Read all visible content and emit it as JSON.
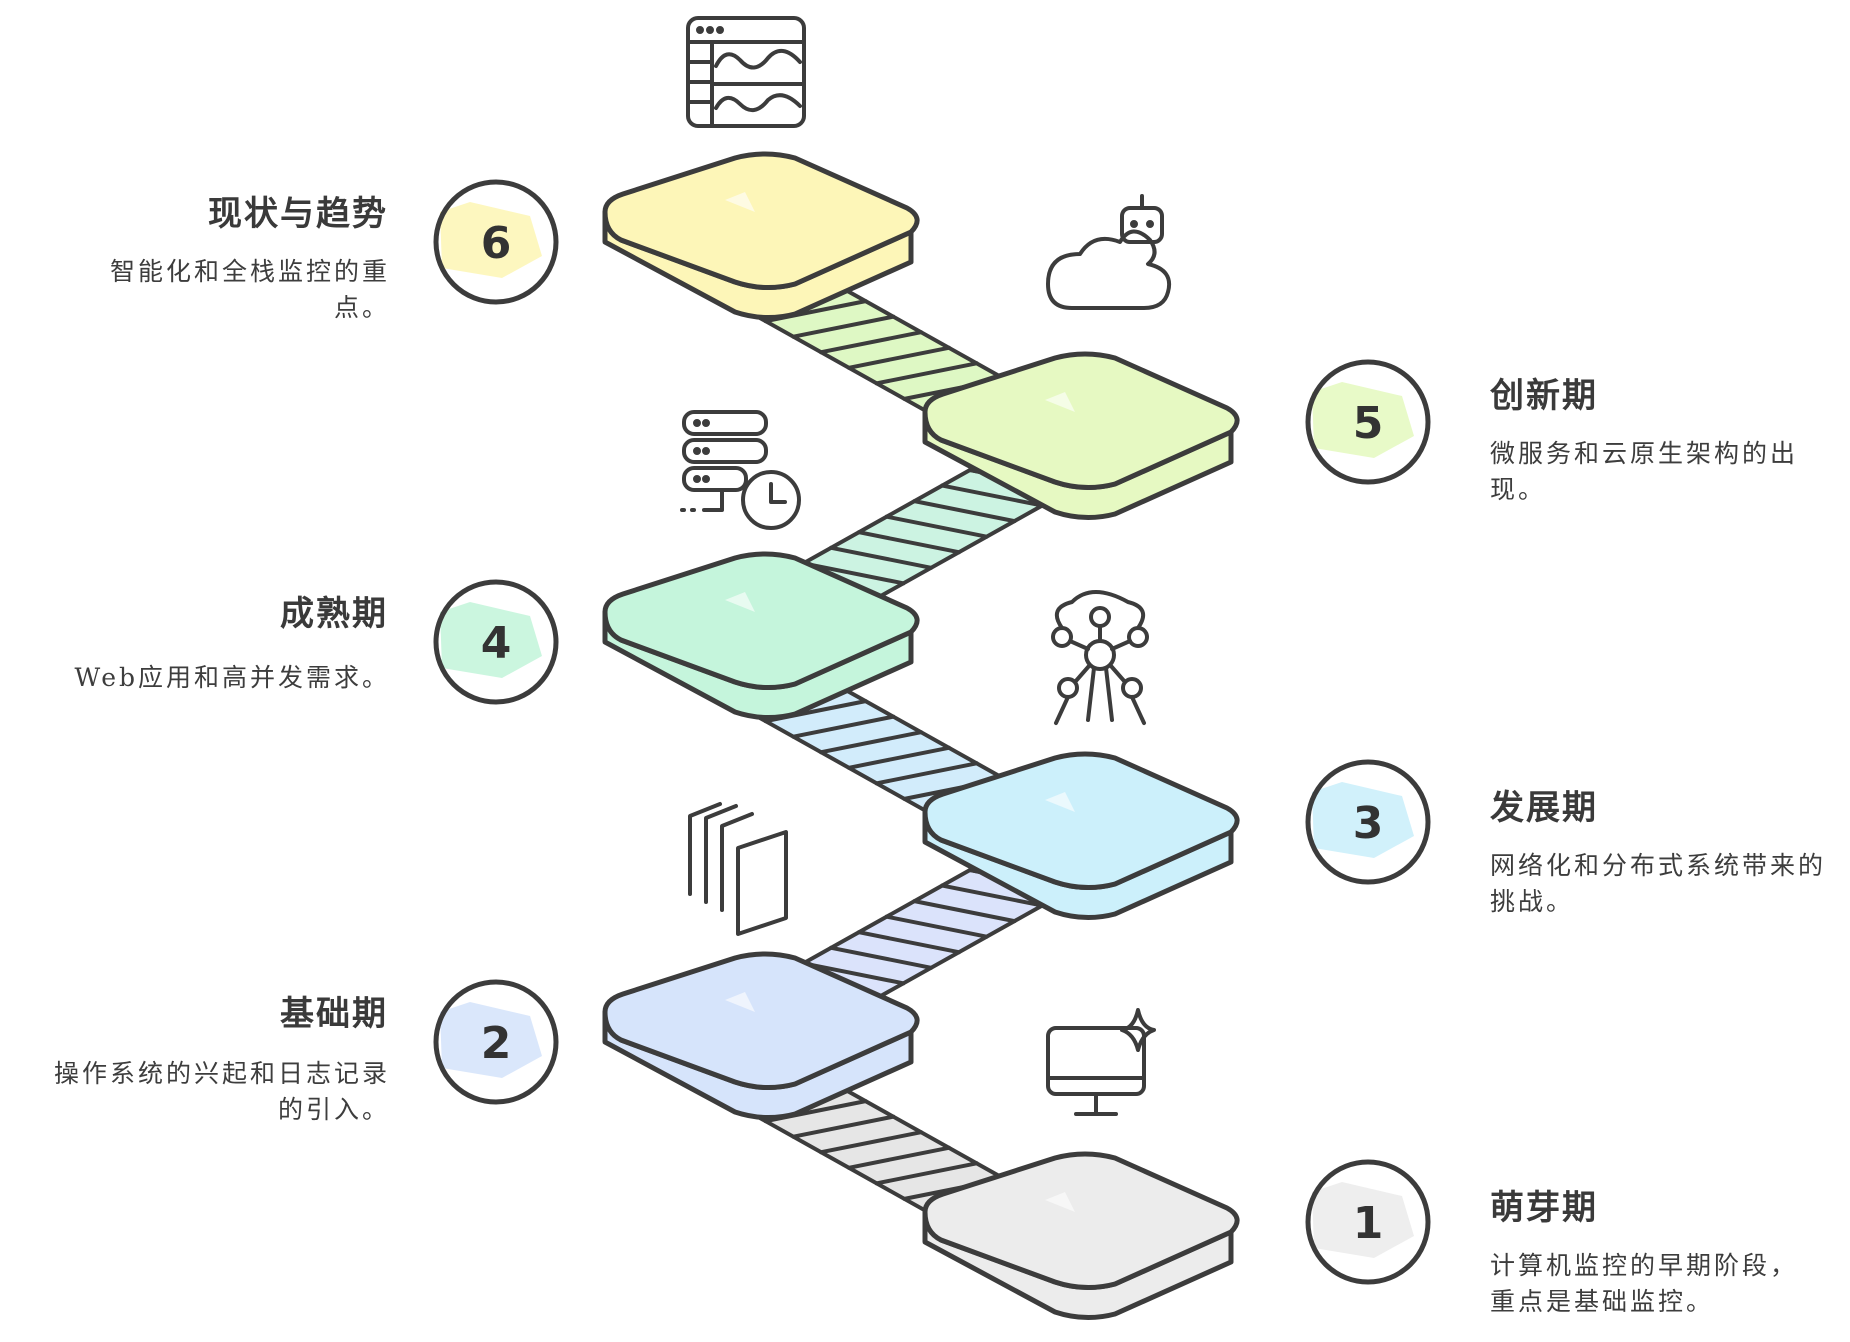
{
  "stages": [
    {
      "number": "1",
      "title": "萌芽期",
      "description": "计算机监控的早期阶段，重点是基础监控。",
      "color": "#ececec",
      "icon": "monitor-sparkle-icon"
    },
    {
      "number": "2",
      "title": "基础期",
      "description": "操作系统的兴起和日志记录的引入。",
      "color": "#d6e4fb",
      "icon": "stacked-panels-icon"
    },
    {
      "number": "3",
      "title": "发展期",
      "description": "网络化和分布式系统带来的挑战。",
      "color": "#ccf0fb",
      "icon": "network-nodes-icon"
    },
    {
      "number": "4",
      "title": "成熟期",
      "description": "Web应用和高并发需求。",
      "color": "#c5f5dc",
      "icon": "server-clock-icon"
    },
    {
      "number": "5",
      "title": "创新期",
      "description": "微服务和云原生架构的出现。",
      "color": "#e6f9c2",
      "icon": "cloud-robot-icon"
    },
    {
      "number": "6",
      "title": "现状与趋势",
      "description": "智能化和全栈监控的重点。",
      "color": "#fdf6b8",
      "icon": "dashboard-window-icon"
    }
  ],
  "colors": {
    "outline": "#3c3c3c",
    "stair_connectors": [
      "#e6e6e6",
      "#dbe3fb",
      "#d2ecfb",
      "#ccf3e2",
      "#def8c4"
    ]
  }
}
